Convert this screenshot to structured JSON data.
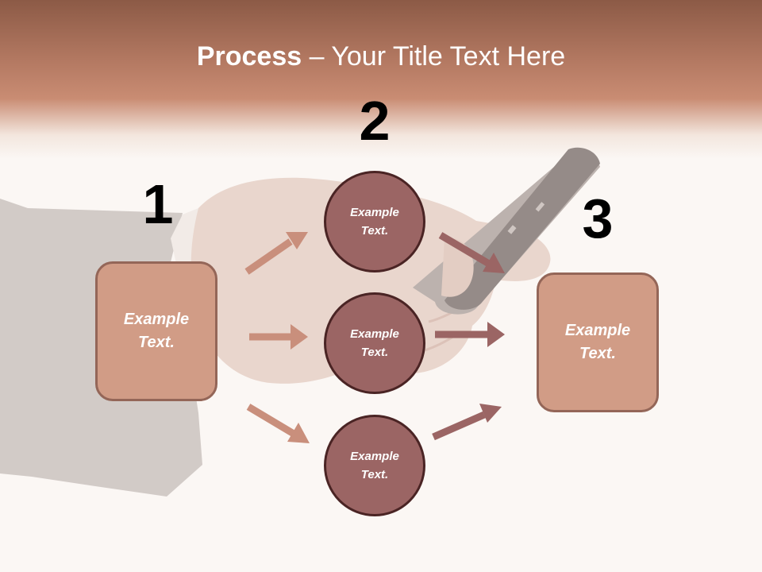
{
  "slide": {
    "title_bold": "Process",
    "title_rest": " – Your Title Text Here"
  },
  "steps": [
    {
      "number": "1",
      "label": "Example Text."
    },
    {
      "number": "2",
      "label": "Example Text."
    },
    {
      "number": "3",
      "label": "Example Text."
    }
  ],
  "circles": [
    {
      "label": "Example Text."
    },
    {
      "label": "Example Text."
    },
    {
      "label": "Example Text."
    }
  ],
  "colors": {
    "header": "#b57a63",
    "box_fill": "#d19c86",
    "circle_fill": "#9b6564",
    "arrow_left": "#c98f7c",
    "arrow_right": "#9b6564"
  }
}
